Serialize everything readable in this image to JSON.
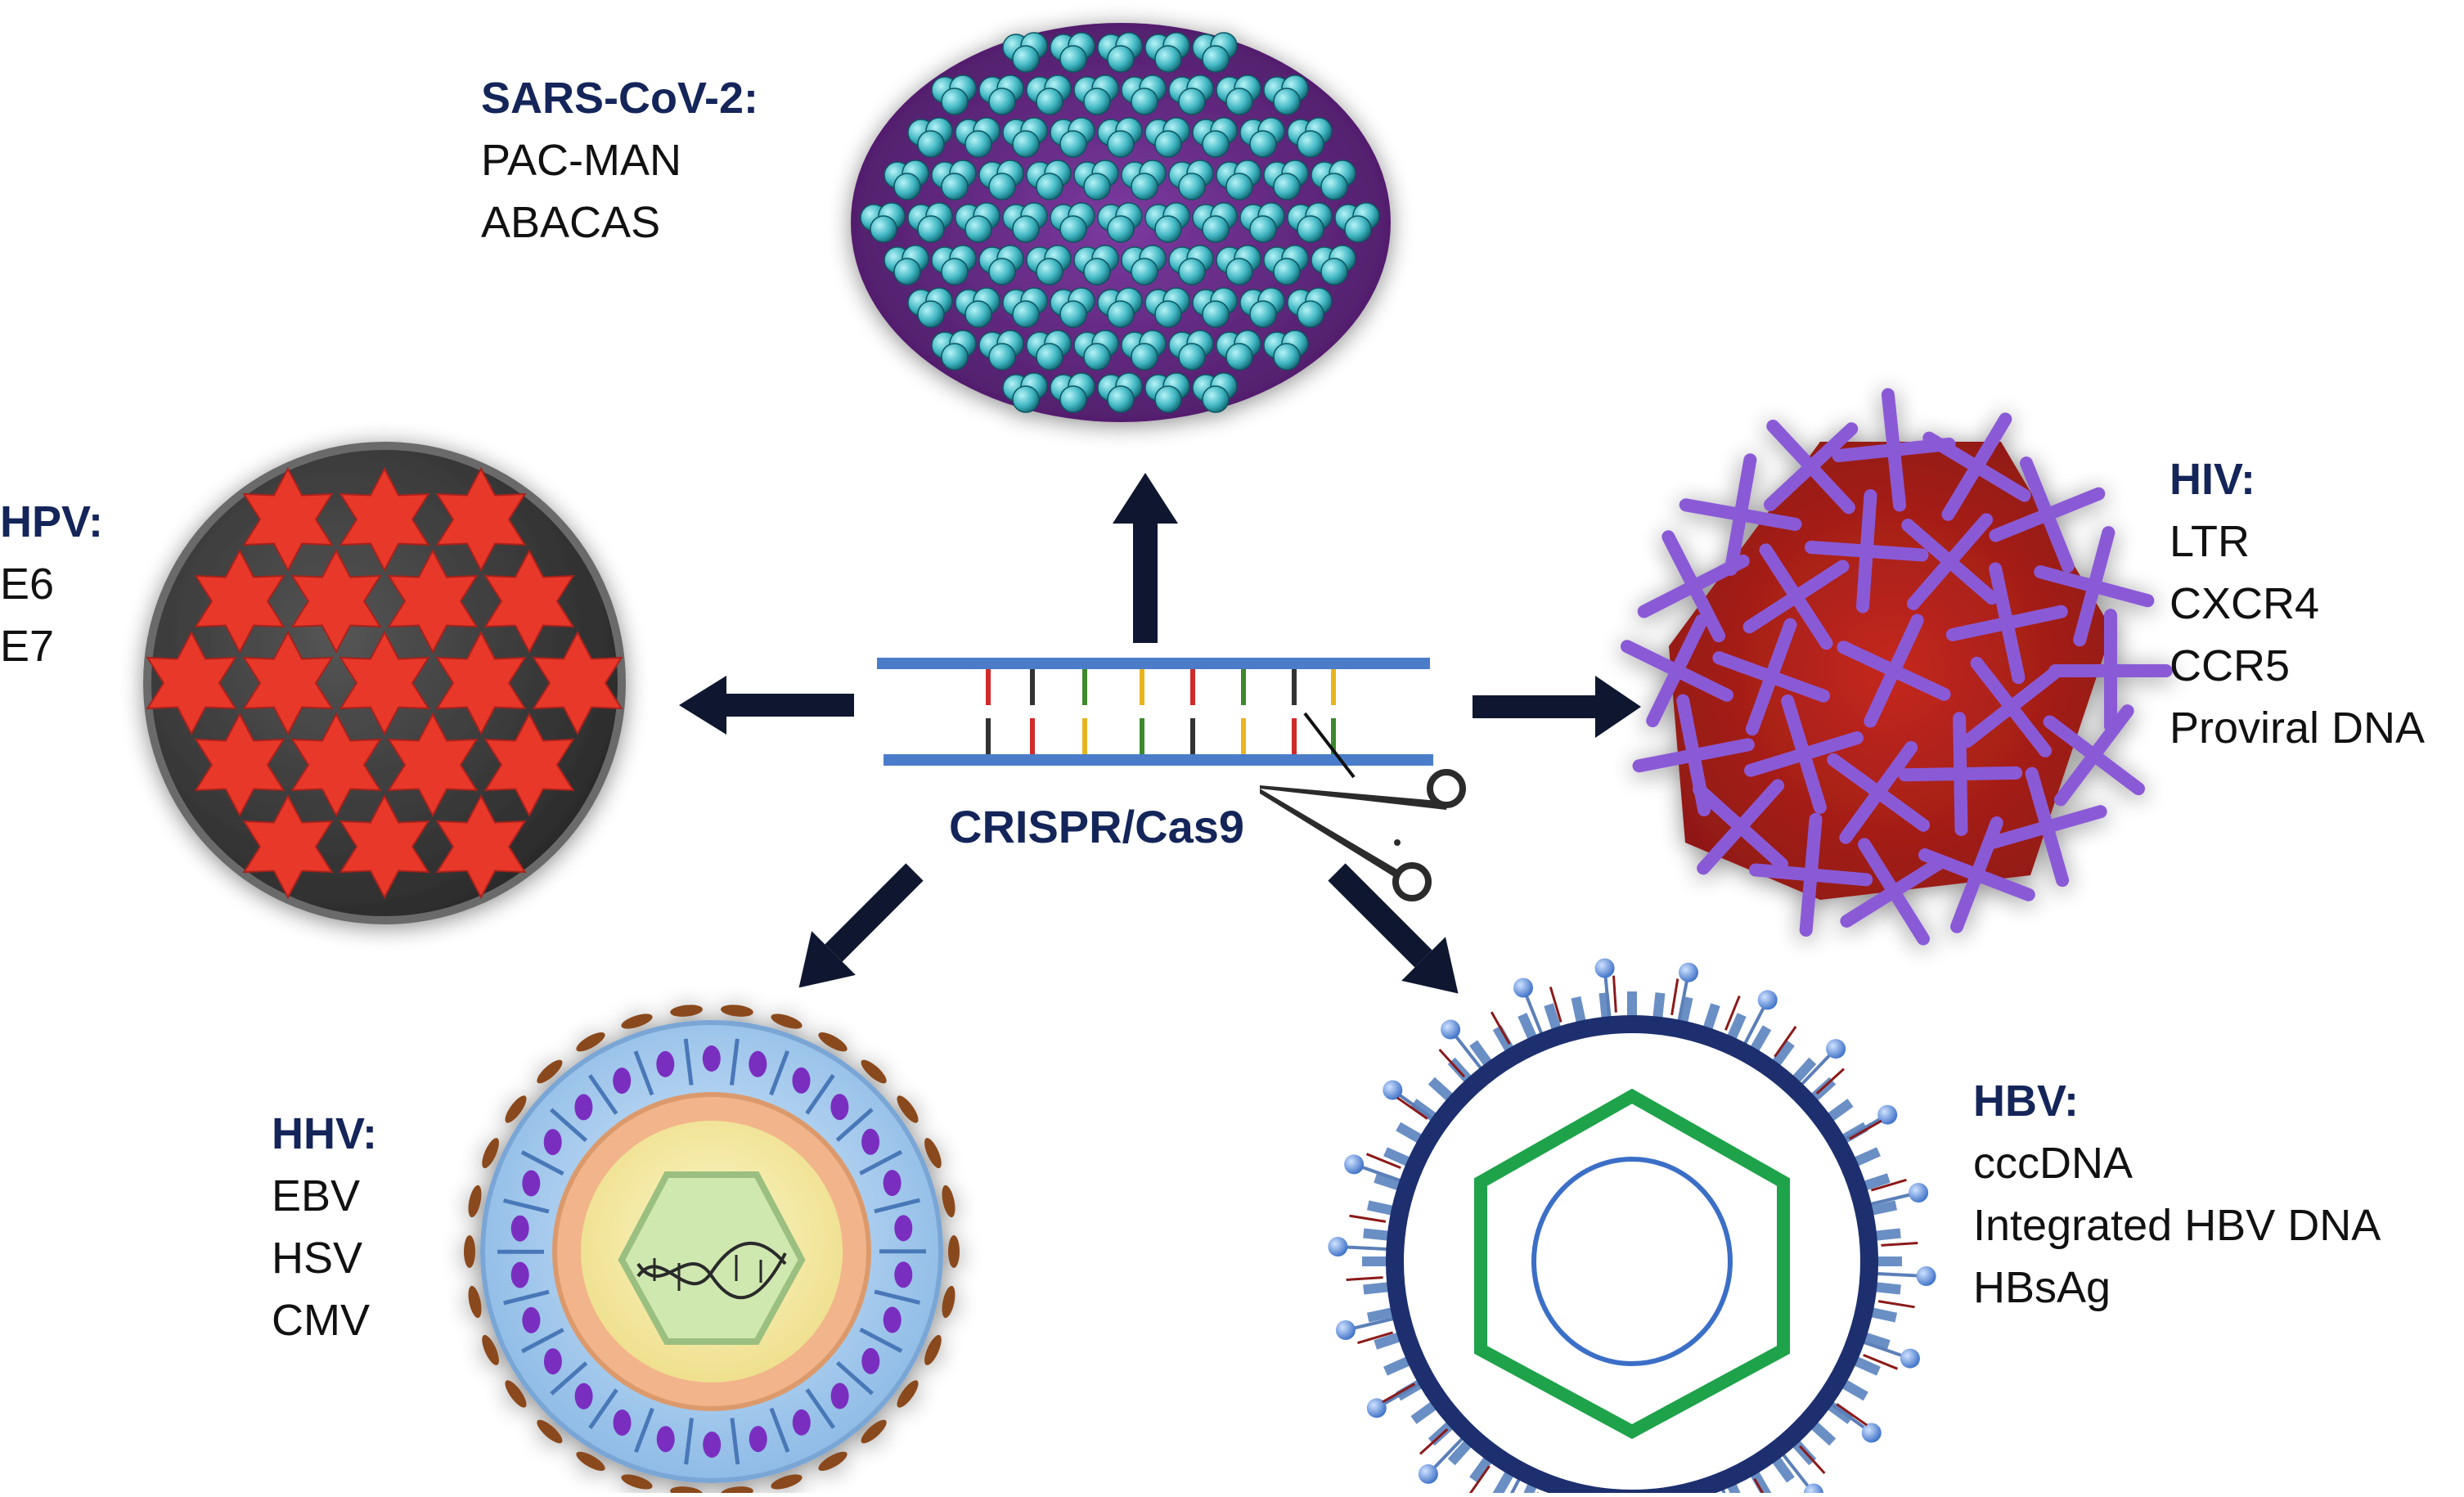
{
  "center": {
    "label": "CRISPR/Cas9"
  },
  "viruses": [
    {
      "id": "sars",
      "title": "SARS-CoV-2:",
      "targets": [
        "PAC-MAN",
        "ABACAS"
      ]
    },
    {
      "id": "hpv",
      "title": "HPV:",
      "targets": [
        "E6",
        "E7"
      ]
    },
    {
      "id": "hiv",
      "title": "HIV:",
      "targets": [
        "LTR",
        "CXCR4",
        "CCR5",
        "Proviral DNA"
      ]
    },
    {
      "id": "hhv",
      "title": "HHV:",
      "targets": [
        "EBV",
        "HSV",
        "CMV"
      ]
    },
    {
      "id": "hbv",
      "title": "HBV:",
      "targets": [
        "cccDNA",
        "Integrated HBV DNA",
        "HBsAg"
      ]
    }
  ],
  "colors": {
    "title_text": "#14255a",
    "arrow": "#0f1730",
    "dna_strand": "#4a7cc9",
    "sars_envelope": "#6b2a8c",
    "sars_spike": "#3fb6c2",
    "hpv_core": "#3a3a3a",
    "hpv_star": "#e8372c",
    "hiv_body": "#a8201a",
    "hiv_spike": "#8a5ad6",
    "hhv_envelope": "#a8cdf0",
    "hhv_tegument": "#f2b48a",
    "hhv_capsid": "#cfe8b0",
    "hbv_envelope": "#1d2f6e",
    "hbv_capsid": "#1ea34a"
  },
  "icons": [
    "scissors-icon",
    "dna-helix-icon"
  ]
}
